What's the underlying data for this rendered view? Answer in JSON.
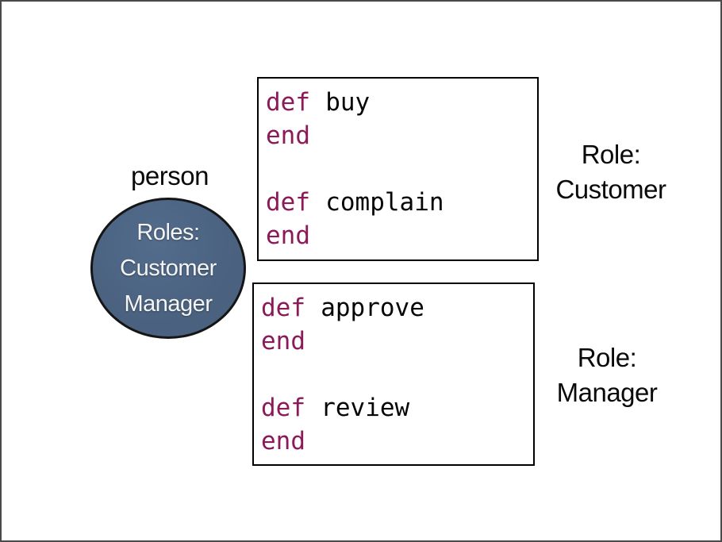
{
  "frame": {
    "background": "#ffffff",
    "border_color": "#4a4a4a"
  },
  "person": {
    "label": "person",
    "circle": {
      "fill": "#4b6381",
      "border_color": "#151515",
      "text_color": "#f4f4f4",
      "lines": [
        "Roles:",
        "Customer",
        "Manager"
      ]
    }
  },
  "colors": {
    "code_keyword": "#8b1a59",
    "code_identifier": "#060606",
    "box_border": "#000000",
    "label_text": "#0a0a0a"
  },
  "code_boxes": [
    {
      "name": "customer-methods",
      "lines": [
        {
          "kw": "def",
          "id": "buy"
        },
        {
          "kw": "end",
          "id": ""
        },
        {
          "kw": "",
          "id": ""
        },
        {
          "kw": "def",
          "id": "complain"
        },
        {
          "kw": "end",
          "id": ""
        }
      ]
    },
    {
      "name": "manager-methods",
      "lines": [
        {
          "kw": "def",
          "id": "approve"
        },
        {
          "kw": "end",
          "id": ""
        },
        {
          "kw": "",
          "id": ""
        },
        {
          "kw": "def",
          "id": "review"
        },
        {
          "kw": "end",
          "id": ""
        }
      ]
    }
  ],
  "role_labels": [
    {
      "line1": "Role:",
      "line2": "Customer"
    },
    {
      "line1": "Role:",
      "line2": "Manager"
    }
  ]
}
